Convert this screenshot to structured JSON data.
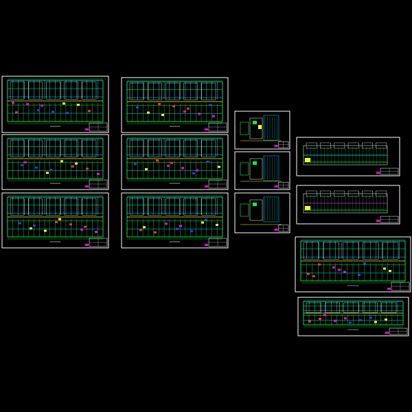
{
  "sheets": [
    {
      "id": "plan-1",
      "kind": "floorplan"
    },
    {
      "id": "plan-2",
      "kind": "floorplan"
    },
    {
      "id": "plan-3",
      "kind": "floorplan"
    },
    {
      "id": "plan-4",
      "kind": "floorplan"
    },
    {
      "id": "plan-5",
      "kind": "floorplan"
    },
    {
      "id": "plan-6",
      "kind": "floorplan"
    },
    {
      "id": "detail-1",
      "kind": "detail"
    },
    {
      "id": "detail-2",
      "kind": "detail"
    },
    {
      "id": "detail-3",
      "kind": "detail"
    },
    {
      "id": "elevation-1",
      "kind": "elevation"
    },
    {
      "id": "elevation-2",
      "kind": "elevation"
    },
    {
      "id": "plan-7",
      "kind": "floorplan"
    },
    {
      "id": "plan-8",
      "kind": "floorplan"
    }
  ],
  "colors": {
    "background": "#000000",
    "frame": "#ffffff",
    "cyan": "#00e5ff",
    "green": "#00ff40",
    "yellow": "#ffff00",
    "magenta": "#ff00ff",
    "blue": "#2040ff",
    "red": "#ff3030"
  }
}
